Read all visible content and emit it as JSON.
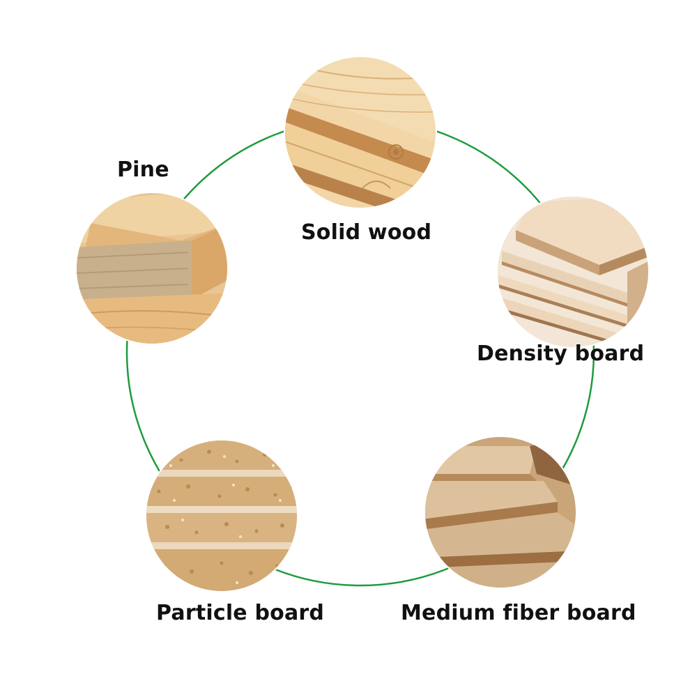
{
  "labels": {
    "pine": "Pine",
    "solid_wood": "Solid wood",
    "density_board": "Density board",
    "particle_board": "Particle board",
    "medium_fiber_board": "Medium fiber board"
  },
  "colors": {
    "ring": "#1e9b3c",
    "pine_wood": "#e6c08c",
    "solid_wood": "#efcf9e",
    "plywood": "#eedcc4",
    "particle": "#dcb987",
    "mdf": "#cfae86"
  }
}
